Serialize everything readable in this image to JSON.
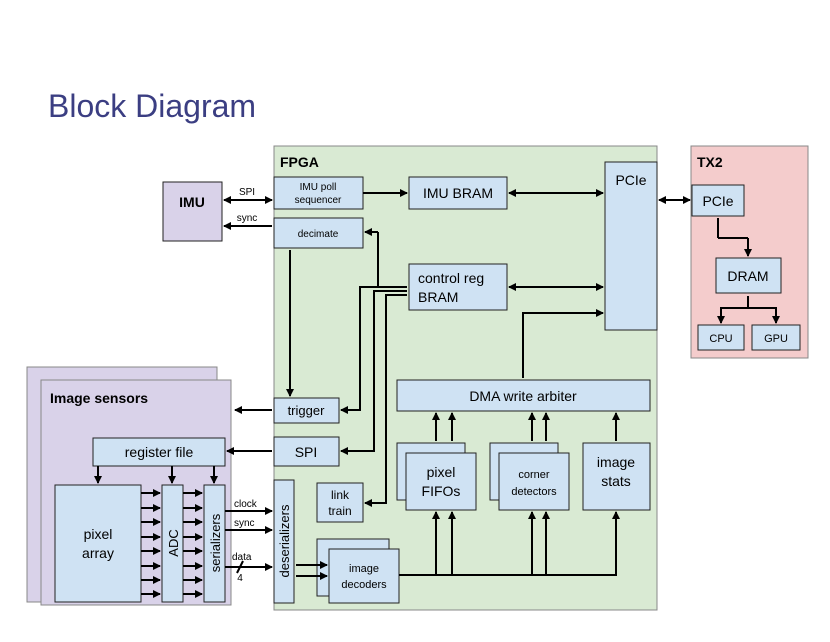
{
  "title": "Block Diagram",
  "colors": {
    "fpga": "#d9ead3",
    "tx2": "#f4cccc",
    "sensor": "#d9d2e9",
    "block": "#cfe2f3"
  },
  "regions": {
    "fpga": "FPGA",
    "tx2": "TX2",
    "sensors": "Image sensors",
    "imu": "IMU"
  },
  "blocks": {
    "imu_poll_1": "IMU poll",
    "imu_poll_2": "sequencer",
    "decimate": "decimate",
    "imu_bram": "IMU BRAM",
    "control_reg_1": "control reg",
    "control_reg_2": "BRAM",
    "pcie_fpga": "PCIe",
    "pcie_tx2": "PCIe",
    "dram": "DRAM",
    "cpu": "CPU",
    "gpu": "GPU",
    "dma": "DMA write arbiter",
    "trigger": "trigger",
    "spi": "SPI",
    "link_train_1": "link",
    "link_train_2": "train",
    "pixel_fifos_1": "pixel",
    "pixel_fifos_2": "FIFOs",
    "corner_1": "corner",
    "corner_2": "detectors",
    "image_stats_1": "image",
    "image_stats_2": "stats",
    "image_decoders_1": "image",
    "image_decoders_2": "decoders",
    "deserializers": "deserializers",
    "register_file": "register file",
    "pixel_array_1": "pixel",
    "pixel_array_2": "array",
    "adc": "ADC",
    "serializers": "serializers"
  },
  "signals": {
    "spi": "SPI",
    "sync": "sync",
    "clock": "clock",
    "sync2": "sync",
    "data": "data",
    "data_width": "4"
  }
}
